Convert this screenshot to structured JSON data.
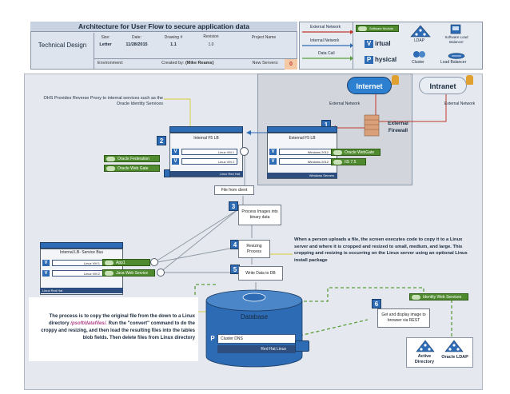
{
  "header": {
    "title": "Architecture for User Flow to secure application data",
    "subtitle": "Technical Design",
    "size_label": "Size:",
    "size_value": "Letter",
    "date_label": "Date:",
    "date_value": "11/28/2015",
    "drawing_label": "Drawing #",
    "drawing_value": "1.1",
    "revision_label": "Revision",
    "revision_value": "1.0",
    "project_label": "Project Name",
    "environment_label": "Environment:",
    "created_label": "Created by:",
    "created_value": "(Mike Reams)",
    "new_servers_label": "New Servers:",
    "new_servers_value": "0"
  },
  "legend": {
    "external_network": "External Network",
    "internal_network": "Internal Network",
    "data_call": "Data Call",
    "software_module": "Software Module",
    "virtual": "irtual",
    "physical": "hysical",
    "v": "V",
    "p": "P",
    "ldap": "LDAP",
    "cluster": "Cluster",
    "software_lb": "Software Load Balancer",
    "load_balancer": "Load Balancer"
  },
  "notes": {
    "ohs": "OHS Provides Reverse Proxy to internal services such as the Oracle Identity Services",
    "upload": "When a person uploads a file, the screen executes code to copy it to a Linux server and where it is cropped  and resized to small, medium, and large.  This cropping and resizing is occurring on the Linux server using an optional Linux install package",
    "process_line1": "The process is to copy the original file from the down to a Linux directory ",
    "process_path": "/psoft/datafiles/.",
    "process_line2": " Run the \"convert\" command to do the croppy and resizing, and then load the resulting files into the tables blob fields.  Then delete files from Linux directory"
  },
  "clouds": {
    "internet": "Internet",
    "intranet": "Intranet"
  },
  "labels": {
    "external_network_1": "External Network",
    "external_network_2": "External Network",
    "firewall": "External Firewall",
    "internal_f5": "Internal F5 LB",
    "external_f5": "External F5 LB",
    "internal_lb_bus": "Internal LB- Service Bus",
    "database": "Database",
    "cluster_dns": "Cluster DNS",
    "red_hat_linux": "Red Hat Linux",
    "active_directory": "Active Directory",
    "oracle_ldap": "Oracle LDAP"
  },
  "servers": {
    "internal_f5_rows": [
      "Linux VM 1",
      "Linux VM 2"
    ],
    "internal_f5_os": "Linux Red Hat",
    "external_f5_rows": [
      "Windows 2012",
      "Windows 2012"
    ],
    "external_f5_os": "Windows Servers",
    "bus_rows": [
      "Linux VM 1",
      "Linux VM 2"
    ],
    "bus_os": "Linux Red Hat"
  },
  "modules": {
    "oracle_federation": "Oracle Federation",
    "oracle_web_gate_left": "Oracle Web Gate",
    "oracle_web_gate_right": "Oracle WebGate",
    "iis": "IIS 7.5",
    "app1": "App1",
    "java_web_service": "Java Web Service",
    "identity_web_services": "Identity Web Services"
  },
  "steps": [
    "1",
    "2",
    "3",
    "4",
    "5",
    "6"
  ],
  "boxes": {
    "file_from_client": "File from client",
    "process_images": "Process Images into binary data",
    "resizing": "Resizing Process",
    "write_db": "Write Data to DB",
    "get_display": "Get and display image to browser via REST"
  },
  "colors": {
    "external_network": "#c0392b",
    "internal_network": "#2d6bb5",
    "data_call": "#5a9e3a",
    "annotation_line": "#d6cc34"
  }
}
